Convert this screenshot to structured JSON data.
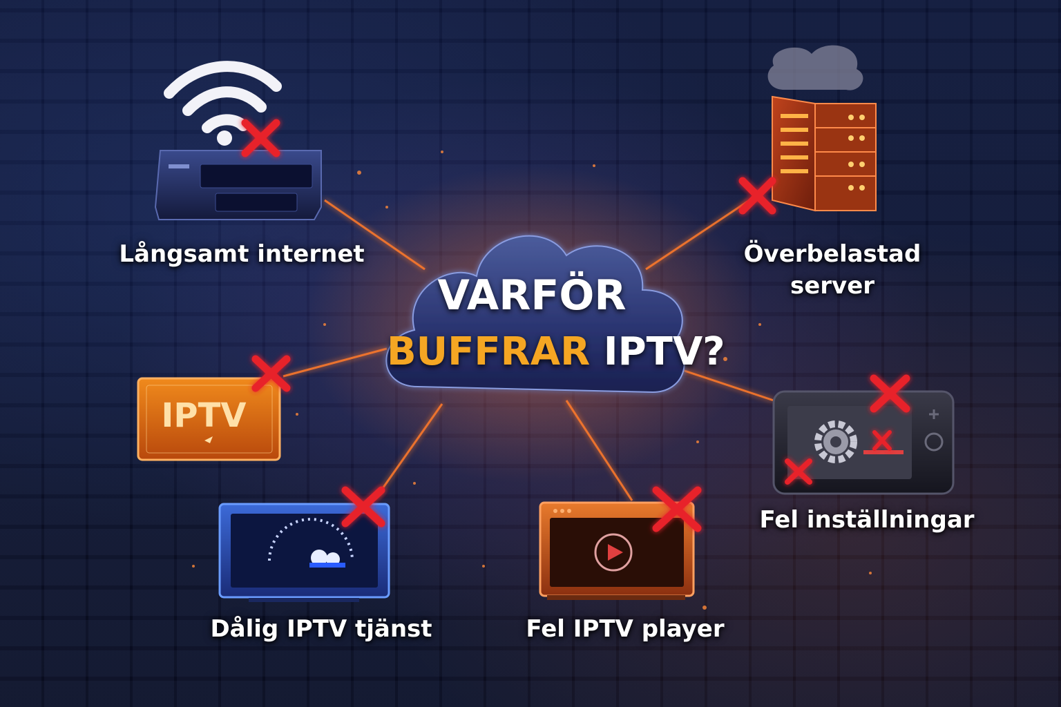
{
  "title": {
    "line1": "VARFÖR",
    "line2_highlight": "BUFFRAR",
    "line2_rest": "IPTV?"
  },
  "nodes": [
    {
      "id": "slow-internet",
      "label": "Långsamt internet"
    },
    {
      "id": "overloaded-server",
      "label_line1": "Överbelastad",
      "label_line2": "server"
    },
    {
      "id": "bad-service",
      "label": "Dålig IPTV tjänst"
    },
    {
      "id": "wrong-player",
      "label": "Fel IPTV player"
    },
    {
      "id": "wrong-settings",
      "label": "Fel inställningar"
    }
  ],
  "badges": {
    "iptv_sign": "IPTV"
  },
  "icons": [
    "wifi-icon",
    "router-icon",
    "server-icon",
    "iptv-sign-icon",
    "speedometer-icon",
    "play-icon",
    "gear-icon",
    "error-x-icon"
  ],
  "colors": {
    "accent_orange": "#f5a623",
    "error_red": "#e8202a",
    "line_glow": "#ff7a2a",
    "background": "#0a1024"
  }
}
